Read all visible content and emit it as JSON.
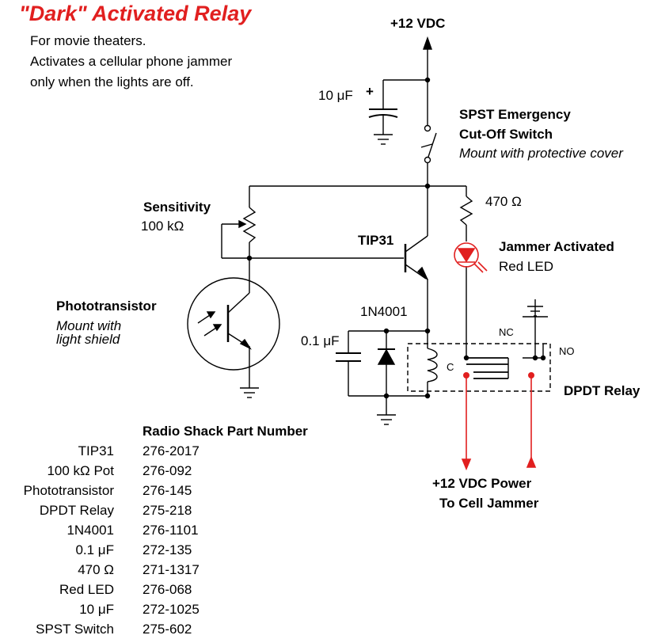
{
  "title": "\"Dark\" Activated Relay",
  "description": [
    "For movie theaters.",
    "Activates a cellular phone jammer",
    "only when the lights are off."
  ],
  "labels": {
    "supply": "+12 VDC",
    "cap_10uf": "10 μF",
    "cap_plus": "+",
    "switch_line1": "SPST Emergency",
    "switch_line2": "Cut-Off Switch",
    "switch_note": "Mount with protective cover",
    "sensitivity": "Sensitivity",
    "pot_value": "100 kΩ",
    "resistor": "470 Ω",
    "transistor": "TIP31",
    "led_line1": "Jammer Activated",
    "led_line2": "Red LED",
    "phototransistor": "Phototransistor",
    "photo_note1": "Mount with",
    "photo_note2": "light shield",
    "diode": "1N4001",
    "cap_01uf": "0.1 μF",
    "nc": "NC",
    "no": "NO",
    "c": "C",
    "relay": "DPDT Relay",
    "output_line1": "+12 VDC Power",
    "output_line2": "To Cell Jammer"
  },
  "parts_table": {
    "header": "Radio Shack Part Number",
    "rows": [
      {
        "name": "TIP31",
        "number": "276-2017"
      },
      {
        "name": "100 kΩ Pot",
        "number": "276-092"
      },
      {
        "name": "Phototransistor",
        "number": "276-145"
      },
      {
        "name": "DPDT Relay",
        "number": "275-218"
      },
      {
        "name": "1N4001",
        "number": "276-1101"
      },
      {
        "name": "0.1 μF",
        "number": "272-135"
      },
      {
        "name": "470 Ω",
        "number": "271-1317"
      },
      {
        "name": "Red LED",
        "number": "276-068"
      },
      {
        "name": "10 μF",
        "number": "272-1025"
      },
      {
        "name": "SPST Switch",
        "number": "275-602"
      }
    ]
  },
  "colors": {
    "title": "#e11f1f",
    "output_wires": "#e11f1f",
    "led": "#e11f1f",
    "wire": "#000000"
  }
}
